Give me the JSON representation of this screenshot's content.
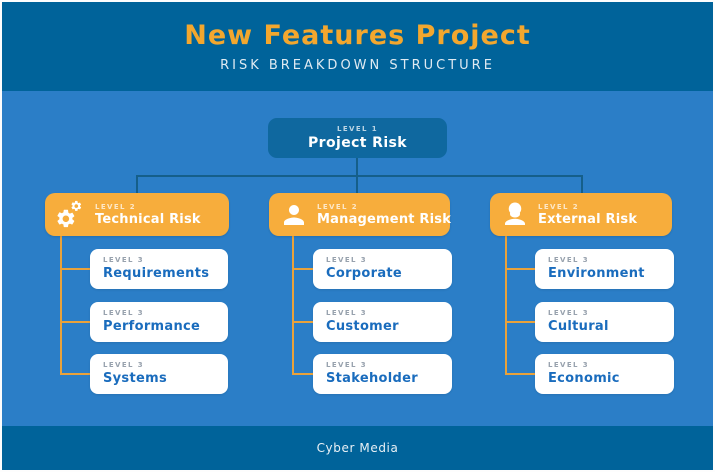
{
  "header": {
    "title": "New Features Project",
    "subtitle": "RISK BREAKDOWN STRUCTURE"
  },
  "root": {
    "level_label": "LEVEL 1",
    "title": "Project Risk"
  },
  "columns": [
    {
      "level_label": "LEVEL 2",
      "title": "Technical Risk",
      "icon": "gears-icon",
      "children": [
        {
          "level_label": "LEVEL 3",
          "title": "Requirements"
        },
        {
          "level_label": "LEVEL 3",
          "title": "Performance"
        },
        {
          "level_label": "LEVEL 3",
          "title": "Systems"
        }
      ]
    },
    {
      "level_label": "LEVEL 2",
      "title": "Management Risk",
      "icon": "person-icon",
      "children": [
        {
          "level_label": "LEVEL 3",
          "title": "Corporate"
        },
        {
          "level_label": "LEVEL 3",
          "title": "Customer"
        },
        {
          "level_label": "LEVEL 3",
          "title": "Stakeholder"
        }
      ]
    },
    {
      "level_label": "LEVEL 2",
      "title": "External Risk",
      "icon": "person-icon",
      "children": [
        {
          "level_label": "LEVEL 3",
          "title": "Environment"
        },
        {
          "level_label": "LEVEL 3",
          "title": "Cultural"
        },
        {
          "level_label": "LEVEL 3",
          "title": "Economic"
        }
      ]
    }
  ],
  "footer": {
    "brand": "Cyber Media"
  },
  "colors": {
    "band_bg": "#00639a",
    "body_bg": "#2b7ec7",
    "root_box_bg": "#0f689f",
    "level2_box_bg": "#f7ad3c",
    "title_accent": "#f3a72e",
    "dark_connector": "#155f8a",
    "orange_connector": "#e9a23b",
    "level3_title": "#1a6cbd",
    "level3_label": "#97a1ad"
  }
}
